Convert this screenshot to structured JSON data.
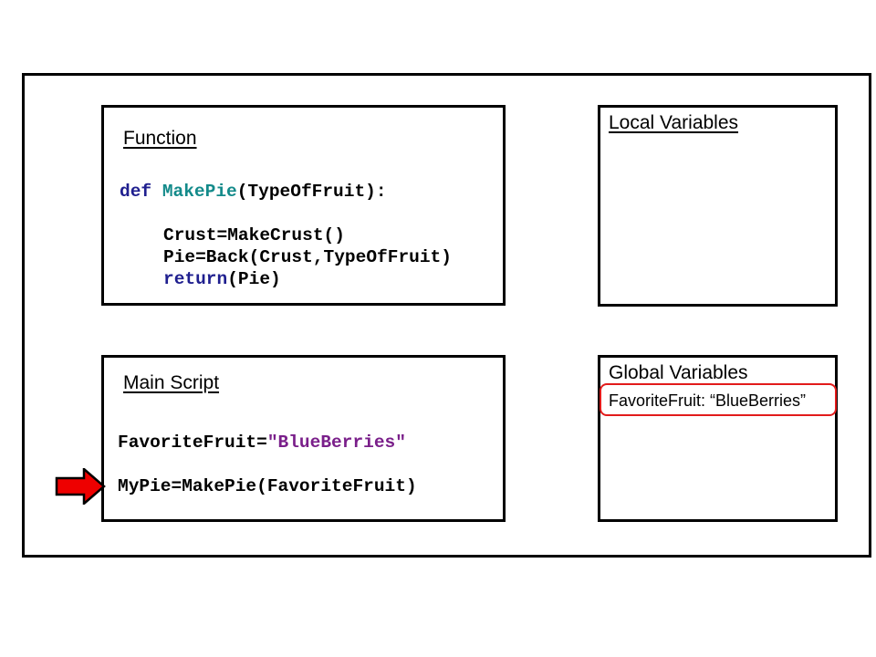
{
  "function_panel": {
    "title": "Function",
    "def_keyword": "def",
    "def_name": "MakePie",
    "def_rest": "(TypeOfFruit):",
    "crust_line": "Crust=MakeCrust()",
    "pie_line": "Pie=Back(Crust,TypeOfFruit)",
    "return_keyword": "return",
    "return_rest": "(Pie)"
  },
  "main_script": {
    "title": "Main Script",
    "fav_prefix": "FavoriteFruit=",
    "fav_value": "\"BlueBerries\"",
    "mypie_line": "MyPie=MakePie(FavoriteFruit)"
  },
  "local_variables": {
    "title": "Local Variables"
  },
  "global_variables": {
    "title": "Global Variables",
    "entry": "FavoriteFruit:  “BlueBerries”"
  },
  "icons": {
    "current_line_marker": "right-arrow-icon"
  },
  "colors": {
    "keyword": "#1f1f8f",
    "function_name": "#138a8a",
    "string": "#7a1f8a",
    "highlight": "#e21b1b",
    "arrow_fill": "#ee0000"
  }
}
